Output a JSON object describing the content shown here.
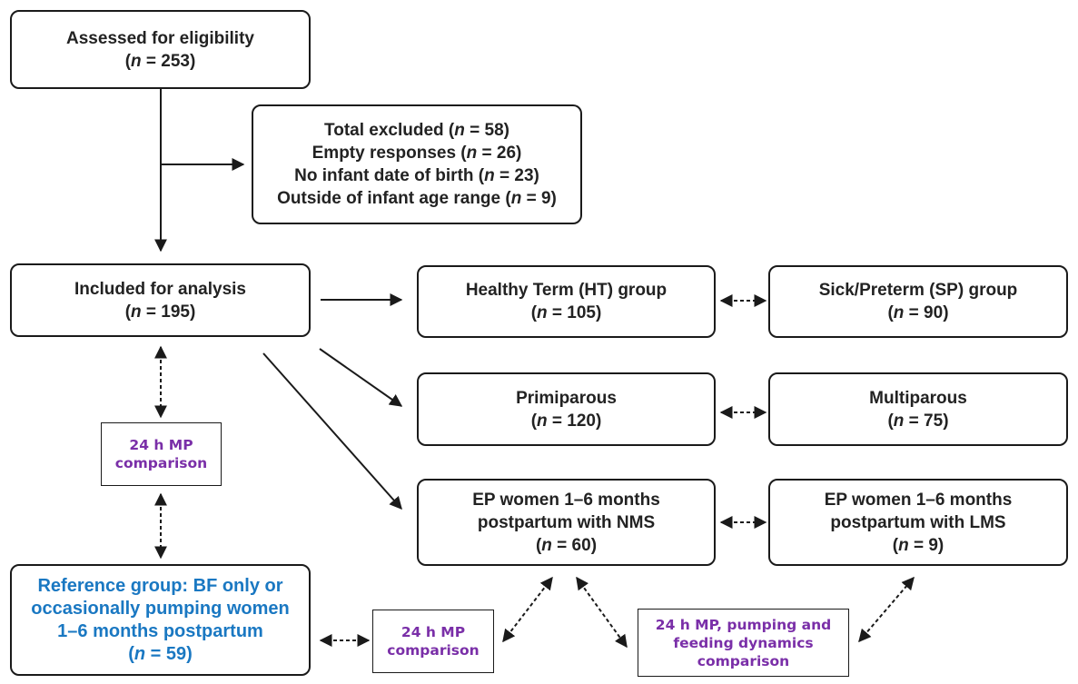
{
  "nodes": {
    "assessed": {
      "lines": [
        "Assessed for eligibility",
        "(n = 253)"
      ]
    },
    "excluded": {
      "lines": [
        "Total excluded (n = 58)",
        "Empty responses (n = 26)",
        "No infant date of birth (n = 23)",
        "Outside of infant age range (n = 9)"
      ]
    },
    "included": {
      "lines": [
        "Included for analysis",
        "(n = 195)"
      ]
    },
    "healthy_term": {
      "lines": [
        "Healthy Term (HT) group",
        "(n = 105)"
      ]
    },
    "sick_preterm": {
      "lines": [
        "Sick/Preterm (SP) group",
        "(n = 90)"
      ]
    },
    "primiparous": {
      "lines": [
        "Primiparous",
        "(n = 120)"
      ]
    },
    "multiparous": {
      "lines": [
        "Multiparous",
        "(n = 75)"
      ]
    },
    "ep_nms": {
      "lines": [
        "EP women 1–6 months",
        "postpartum with NMS",
        "(n = 60)"
      ]
    },
    "ep_lms": {
      "lines": [
        "EP women 1–6 months",
        "postpartum with LMS",
        "(n = 9)"
      ]
    },
    "reference": {
      "lines": [
        "Reference group: BF only or",
        "occasionally pumping women",
        "1–6 months postpartum",
        "(n = 59)"
      ]
    },
    "mp_left": {
      "lines": [
        "24 h MP",
        "comparison"
      ]
    },
    "mp_bottom": {
      "lines": [
        "24 h MP",
        "comparison"
      ]
    },
    "mp_pumping": {
      "lines": [
        "24 h MP, pumping  and",
        "feeding dynamics",
        "comparison"
      ]
    }
  },
  "colors": {
    "line": "#1a1a1a",
    "comparison_text": "#7a2fa8",
    "reference_text": "#1a78c2"
  }
}
